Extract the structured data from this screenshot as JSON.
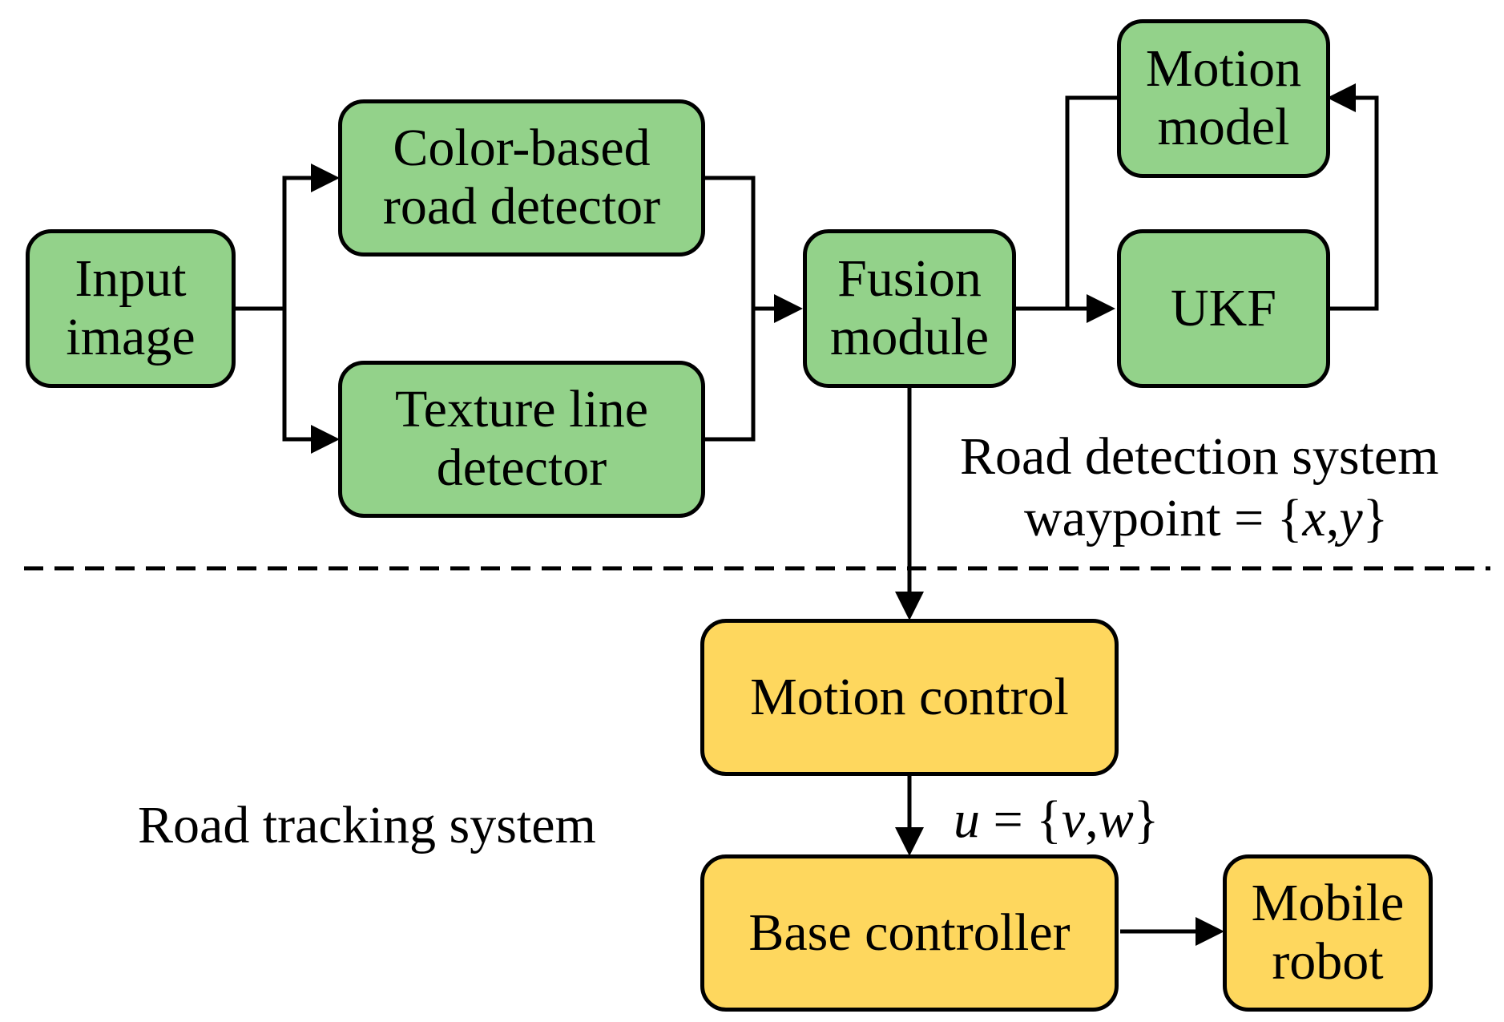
{
  "nodes": {
    "input_image": [
      "Input",
      "image"
    ],
    "color_detector": [
      "Color-based",
      "road detector"
    ],
    "texture_detector": [
      "Texture line",
      "detector"
    ],
    "fusion_module": [
      "Fusion",
      "module"
    ],
    "motion_model": [
      "Motion",
      "model"
    ],
    "ukf": [
      "UKF"
    ],
    "motion_control": [
      "Motion control"
    ],
    "base_controller": [
      "Base controller"
    ],
    "mobile_robot": [
      "Mobile",
      "robot"
    ]
  },
  "labels": {
    "road_detection_system": "Road detection system",
    "waypoint_prefix": "waypoint = {",
    "waypoint_x": "x",
    "waypoint_sep": ",",
    "waypoint_y": "y",
    "waypoint_suffix": "}",
    "control_u": "u",
    "control_eq": " = {",
    "control_v": "v",
    "control_sep": ",",
    "control_w": "w",
    "control_suffix": "}",
    "road_tracking_system": "Road tracking system"
  },
  "colors": {
    "detection_fill": "#93d28a",
    "tracking_fill": "#fed75e",
    "stroke": "#000000"
  }
}
